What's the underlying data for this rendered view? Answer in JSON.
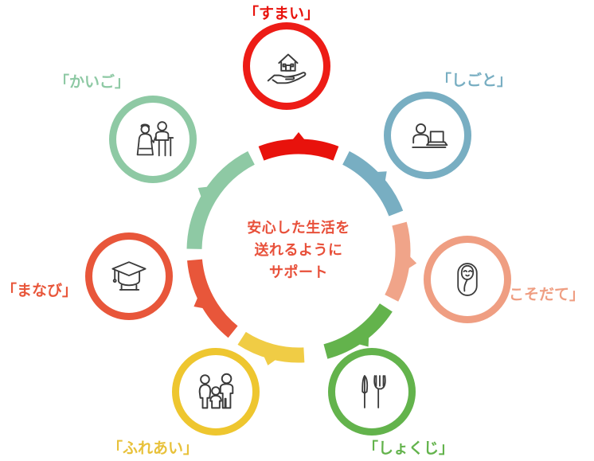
{
  "diagram": {
    "type": "hub-and-spoke-donut",
    "center": {
      "line1": "安心した生活を",
      "line2": "送れるように",
      "line3": "サポート",
      "text_color": "#e8503a"
    },
    "donut": {
      "segment_count": 7,
      "track_color": "#ffffff",
      "segments": [
        {
          "key": "sumai",
          "color": "#e8120c",
          "start_deg": -21,
          "end_deg": 21
        },
        {
          "key": "shigoto",
          "color": "#78aec2",
          "start_deg": 27,
          "end_deg": 69
        },
        {
          "key": "kosodate",
          "color": "#f0a489",
          "start_deg": 75,
          "end_deg": 117
        },
        {
          "key": "shokuji",
          "color": "#63b34c",
          "start_deg": 123,
          "end_deg": 165
        },
        {
          "key": "fureai",
          "color": "#f0cc45",
          "start_deg": 177,
          "end_deg": 213
        },
        {
          "key": "manabi",
          "color": "#e8563a",
          "start_deg": 219,
          "end_deg": 265
        },
        {
          "key": "kaigo",
          "color": "#8ec9a4",
          "start_deg": 271,
          "end_deg": 333
        }
      ]
    },
    "nodes": [
      {
        "key": "sumai",
        "label": "「すまい」",
        "label_color": "#e8120c",
        "ring_color": "#ed1c16",
        "ring_width": 9,
        "icon": "hand-holding-house-icon",
        "icon_label": "hand holding a house"
      },
      {
        "key": "shigoto",
        "label": "「しごと」",
        "label_color": "#78aec2",
        "ring_color": "#78aec2",
        "ring_width": 9,
        "icon": "person-at-laptop-icon",
        "icon_label": "person working at a laptop"
      },
      {
        "key": "kosodate",
        "label": "「こそだて」",
        "label_color": "#ef9e82",
        "ring_color": "#ef9e82",
        "ring_width": 9,
        "icon": "swaddled-baby-icon",
        "icon_label": "swaddled baby"
      },
      {
        "key": "shokuji",
        "label": "「しょくじ」",
        "label_color": "#63b34c",
        "ring_color": "#63b34c",
        "ring_width": 9,
        "icon": "knife-and-fork-icon",
        "icon_label": "knife and fork"
      },
      {
        "key": "fureai",
        "label": "「ふれあい」",
        "label_color": "#e8c13a",
        "ring_color": "#eec62f",
        "ring_width": 9,
        "icon": "family-of-three-icon",
        "icon_label": "family of three standing together"
      },
      {
        "key": "manabi",
        "label": "「まなび」",
        "label_color": "#e8563a",
        "ring_color": "#e8563a",
        "ring_width": 9,
        "icon": "graduation-cap-icon",
        "icon_label": "graduation cap"
      },
      {
        "key": "kaigo",
        "label": "「かいご」",
        "label_color": "#8ec9a4",
        "ring_color": "#8ec9a4",
        "ring_width": 9,
        "icon": "elderly-care-icon",
        "icon_label": "caregiver supporting an elderly person with a cane"
      }
    ]
  }
}
